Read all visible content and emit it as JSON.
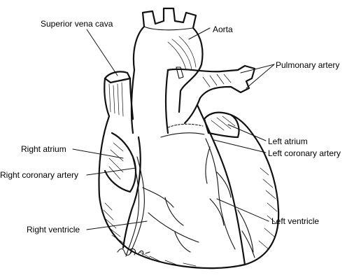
{
  "labels": {
    "superior_vena_cava": "Superior vena cava",
    "aorta": "Aorta",
    "pulmonary_artery": "Pulmonary artery",
    "left_atrium": "Left atrium",
    "left_coronary_artery": "Left coronary artery",
    "right_atrium": "Right atrium",
    "right_coronary_artery": "Right coronary artery",
    "left_ventricle": "Left ventricle",
    "right_ventricle": "Right ventricle"
  }
}
